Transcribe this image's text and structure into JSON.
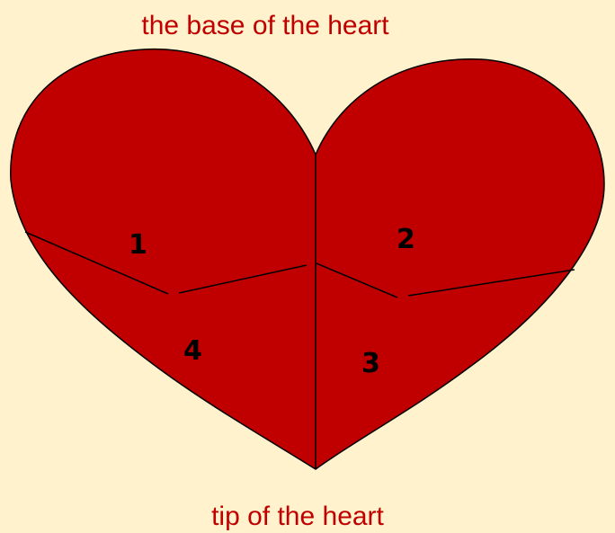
{
  "colors": {
    "background": "#FFF2CC",
    "heart_fill": "#C00000",
    "outline": "#000000",
    "caption_text": "#C00000",
    "number_text": "#000000"
  },
  "diagram": {
    "top_caption": "the base of the heart",
    "bottom_caption": "tip of the heart",
    "regions": [
      {
        "label": "1"
      },
      {
        "label": "2"
      },
      {
        "label": "3"
      },
      {
        "label": "4"
      }
    ]
  }
}
